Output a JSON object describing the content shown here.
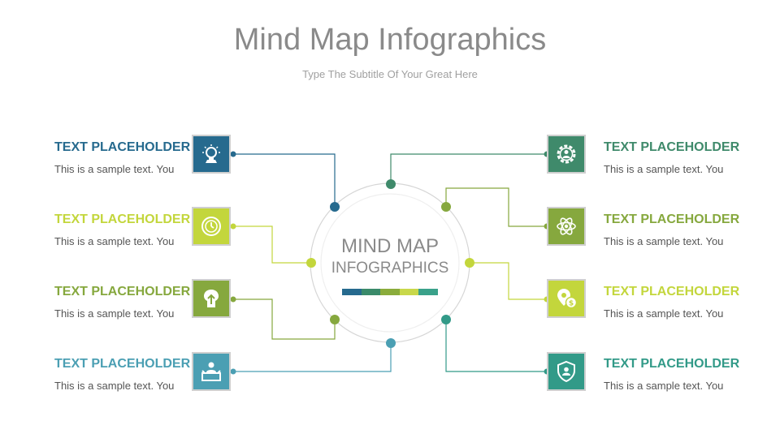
{
  "header": {
    "title": "Mind Map Infographics",
    "subtitle": "Type The Subtitle Of Your Great Here"
  },
  "center": {
    "line1": "MIND MAP",
    "line2": "INFOGRAPHICS",
    "bar_colors": [
      "#266a8e",
      "#3a8a6a",
      "#8aac3c",
      "#c8d84a",
      "#3aa18a"
    ]
  },
  "left_items": [
    {
      "title": "TEXT PLACEHOLDER",
      "text": "This is a sample text.  You",
      "color": "#266a8e",
      "icon": "idea-head-icon"
    },
    {
      "title": "TEXT PLACEHOLDER",
      "text": "This is a sample text.  You",
      "color": "#c3d63c",
      "icon": "clock-icon"
    },
    {
      "title": "TEXT PLACEHOLDER",
      "text": "This is a sample text.  You",
      "color": "#86a83e",
      "icon": "brain-growth-icon"
    },
    {
      "title": "TEXT PLACEHOLDER",
      "text": "This is a sample text.  You",
      "color": "#4b9fb3",
      "icon": "presenter-icon"
    }
  ],
  "right_items": [
    {
      "title": "TEXT PLACEHOLDER",
      "text": "This is a sample text.  You",
      "color": "#3f8a6b",
      "icon": "gear-person-icon"
    },
    {
      "title": "TEXT PLACEHOLDER",
      "text": "This is a sample text.  You",
      "color": "#86a83e",
      "icon": "atom-icon"
    },
    {
      "title": "TEXT PLACEHOLDER",
      "text": "This is a sample text.  You",
      "color": "#c3d63c",
      "icon": "location-dollar-icon"
    },
    {
      "title": "TEXT PLACEHOLDER",
      "text": "This is a sample text.  You",
      "color": "#329a88",
      "icon": "shield-user-icon"
    }
  ]
}
